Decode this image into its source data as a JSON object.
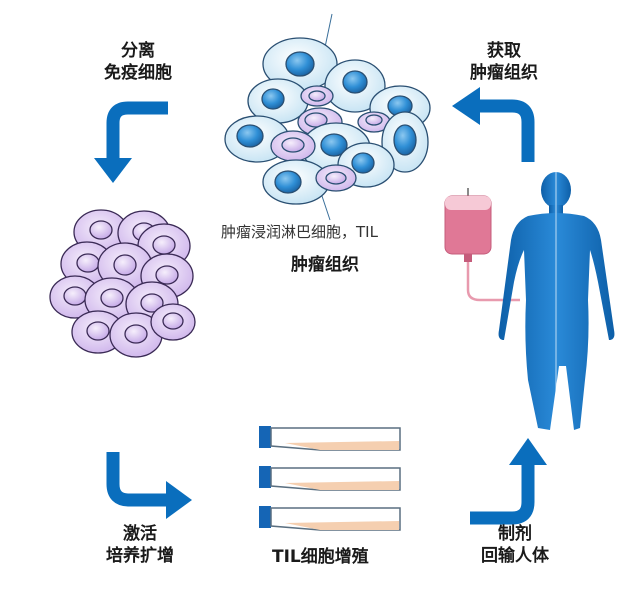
{
  "labels": {
    "isolate": {
      "line1": "分离",
      "line2": "免疫细胞"
    },
    "harvest": {
      "line1": "获取",
      "line2": "肿瘤组织"
    },
    "til_caption": "肿瘤浸润淋巴细胞，TIL",
    "tumor_tissue": "肿瘤组织",
    "activate": {
      "line1": "激活",
      "line2": "培养扩增"
    },
    "expansion": "TIL细胞增殖",
    "reinfuse": {
      "line1": "制剂",
      "line2": "回输人体"
    }
  },
  "colors": {
    "arrow": "#0a6ebd",
    "tumor_cell_fill": "#cfe9f6",
    "tumor_nucleus": "#2f8fd6",
    "lymphocyte_fill": "#d9c4ef",
    "lymphocyte_nucleus": "#c3a6e6",
    "human": "#0a6ebd",
    "iv_bag": "#e07896",
    "flask_medium": "#f5cfb0",
    "flask_cap": "#1565b5"
  }
}
